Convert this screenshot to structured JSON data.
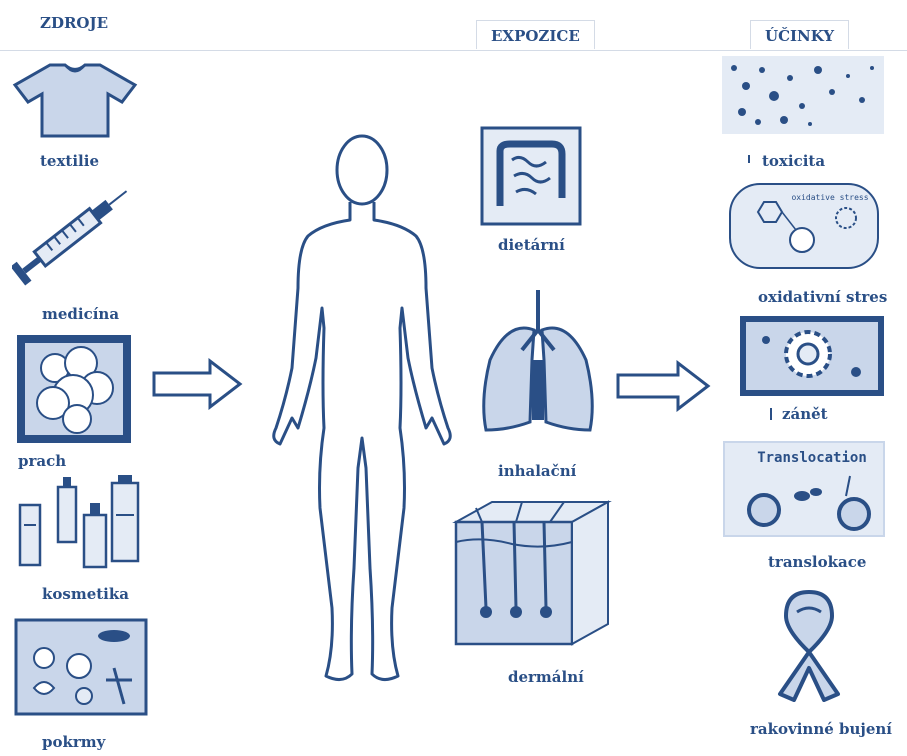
{
  "headers": {
    "sources": "ZDROJE",
    "exposure": "EXPOZICE",
    "effects": "ÚČINKY"
  },
  "sources": [
    {
      "label": "textilie",
      "icon": "tshirt-icon"
    },
    {
      "label": "medicína",
      "icon": "syringe-icon"
    },
    {
      "label": "prach",
      "icon": "dust-icon"
    },
    {
      "label": "kosmetika",
      "icon": "cosmetics-icon"
    },
    {
      "label": "pokrmy",
      "icon": "seafood-icon"
    }
  ],
  "exposure": [
    {
      "label": "dietární",
      "icon": "intestine-icon"
    },
    {
      "label": "inhalační",
      "icon": "lungs-icon"
    },
    {
      "label": "dermální",
      "icon": "skin-icon"
    }
  ],
  "effects": [
    {
      "label": "toxicita",
      "icon": "toxicity-icon"
    },
    {
      "label": "oxidativní stres",
      "icon": "oxidative-stress-icon"
    },
    {
      "label": "zánět",
      "icon": "inflammation-icon"
    },
    {
      "label": "translokace",
      "icon": "translocation-icon",
      "image_text": "Translocation"
    },
    {
      "label": "rakovinné bujení",
      "icon": "cancer-ribbon-icon"
    }
  ],
  "cell_image_text": "oxidative stress",
  "colors": {
    "primary": "#2a4f86",
    "light": "#c9d6ea",
    "pale": "#e4ebf5"
  }
}
